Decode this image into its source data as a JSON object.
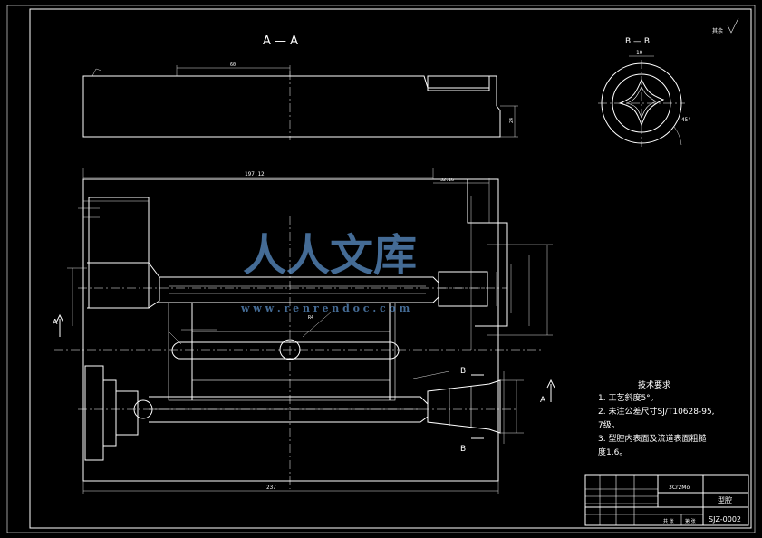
{
  "section_AA_label": "A — A",
  "section_BB_label": "B — B",
  "roughness_corner": "其余",
  "tech": {
    "title": "技术要求",
    "lines": [
      "1. 工艺斜度5°。",
      "2. 未注公差尺寸SJ/T10628-95,",
      "  7级。",
      "3. 型腔内表面及流道表面粗糙",
      "度1.6。"
    ]
  },
  "title_block": {
    "material": "3Cr2Mo",
    "part_name": "型腔",
    "drawing_no": "SJZ-0002",
    "scale_cells": [
      "共 张",
      "第 张"
    ]
  },
  "dims": {
    "overall_top": "197.12",
    "overall_bottom": "237",
    "top_right": "32.16",
    "section_width": "10",
    "section_angle": "45°",
    "cx_label": "R4"
  },
  "section_markers": {
    "A_left": "A",
    "A_right": "A",
    "B_top": "B",
    "B_bottom": "B"
  },
  "watermark": {
    "main": "人人文库",
    "url": "w w w . r e n r e n d o c . c o m"
  },
  "colors": {
    "background": "#000000",
    "lines": "#ffffff",
    "watermark": "#5b8fc7"
  }
}
